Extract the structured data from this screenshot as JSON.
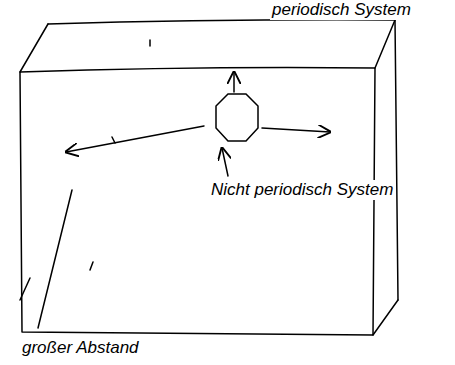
{
  "diagram": {
    "nodes": [
      {
        "text": [
          "periodisch System"
        ]
      },
      {
        "text": [
          "Nicht periodisch System"
        ],
        "in": 0
      }
    ],
    "labels": [
      "großer Abstand"
    ]
  }
}
